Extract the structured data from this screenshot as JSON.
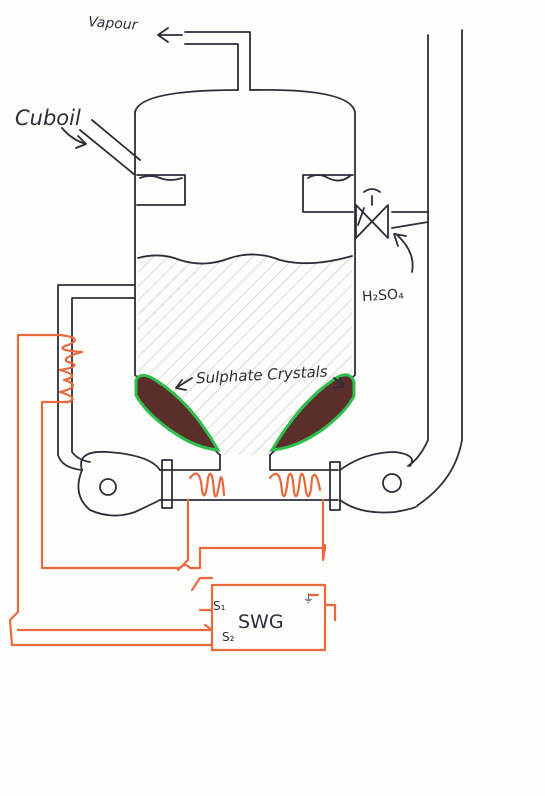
{
  "labels": {
    "vapour": "Vapour",
    "cu_boil": "Cuboil",
    "h2so4": "H₂SO₄",
    "sulphate_crystals": "Sulphate Crystals",
    "swg": "SWG",
    "s1": "S₁",
    "s2": "S₂"
  },
  "colors": {
    "ink": "#2f2d3a",
    "wire": "#e8693e",
    "crystal_dark": "#5a2e2a",
    "crystal_green": "#2fbf4f",
    "hatch": "#b9b9c2"
  }
}
